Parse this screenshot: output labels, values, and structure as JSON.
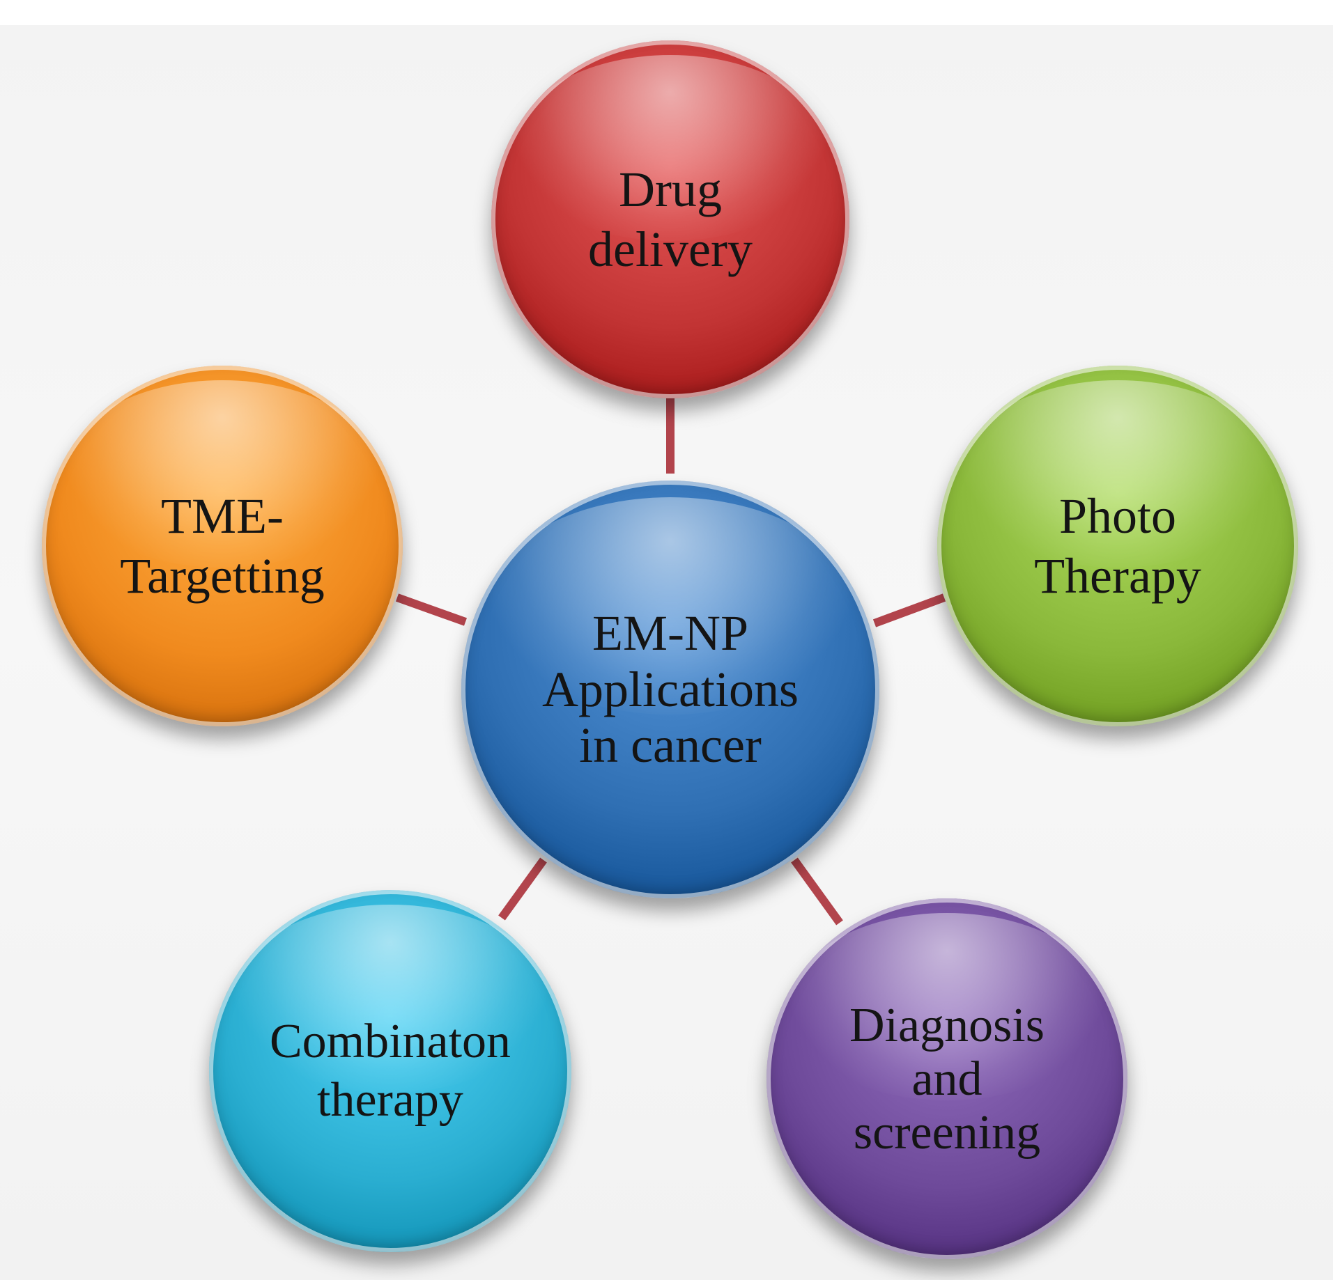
{
  "diagram": {
    "center": {
      "lines": [
        "EM-NP",
        "Applications",
        "in cancer"
      ],
      "color": "#2f6fb3"
    },
    "nodes": [
      {
        "id": "drug-delivery",
        "lines": [
          "Drug",
          "delivery"
        ],
        "color": "#c23434"
      },
      {
        "id": "photo-therapy",
        "lines": [
          "Photo",
          "Therapy"
        ],
        "color": "#8ab83a"
      },
      {
        "id": "diagnosis",
        "lines": [
          "Diagnosis",
          "and",
          "screening"
        ],
        "color": "#6e4a9a"
      },
      {
        "id": "combination",
        "lines": [
          "Combinaton",
          "therapy"
        ],
        "color": "#2aaed1"
      },
      {
        "id": "tme",
        "lines": [
          "TME-",
          "Targetting"
        ],
        "color": "#f08a1e"
      }
    ],
    "connector_color": "#b2444c"
  }
}
